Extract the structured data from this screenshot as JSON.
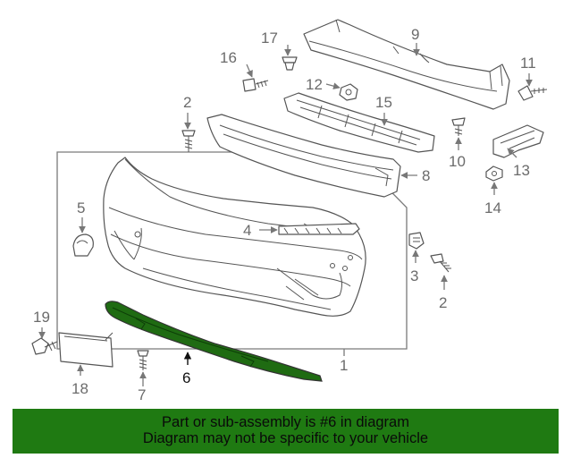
{
  "diagram": {
    "callouts": {
      "c1": "1",
      "c2a": "2",
      "c2b": "2",
      "c3": "3",
      "c4": "4",
      "c5": "5",
      "c6": "6",
      "c7": "7",
      "c8": "8",
      "c9": "9",
      "c10": "10",
      "c11": "11",
      "c12": "12",
      "c13": "13",
      "c14": "14",
      "c15": "15",
      "c16": "16",
      "c17": "17",
      "c18": "18",
      "c19": "19"
    },
    "highlight_part": "6",
    "highlight_color": "#1f6b12"
  },
  "banner": {
    "line1": "Part or sub-assembly is #6 in diagram",
    "line2": "Diagram may not be specific to your vehicle",
    "background": "#1f7a12"
  }
}
